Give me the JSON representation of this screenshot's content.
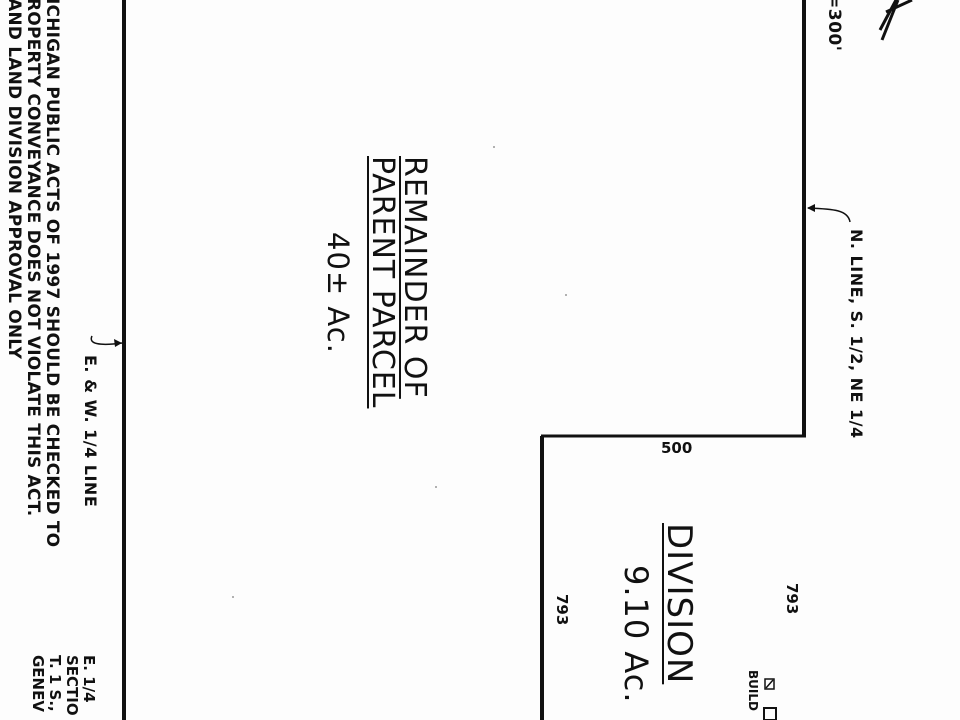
{
  "notes": {
    "lines": [
      "ICHIGAN PUBLIC ACTS OF 1997 SHOULD BE CHECKED TO",
      "ROPERTY CONVEYANCE DOES NOT VIOLATE THIS ACT.",
      "AND LAND DIVISION APPROVAL ONLY"
    ]
  },
  "scale_note": "=300'",
  "parent_parcel": {
    "title_line1": "REMAINDER OF",
    "title_line2": "PARENT PARCEL",
    "area": "40± Ac."
  },
  "labels": {
    "quarter_line": "E. & W. 1/4 LINE",
    "north_line": "N. LINE, S. 1/2, NE 1/4"
  },
  "division": {
    "title": "DIVISION",
    "area": "9.10 Ac.",
    "dim_top": "500",
    "dim_left": "793",
    "dim_right": "793",
    "build_label": "BUILD"
  },
  "corner_notes": {
    "lines": [
      "E. 1/4",
      "SECTIO",
      "T. 1 S.,",
      "GENEV"
    ]
  }
}
